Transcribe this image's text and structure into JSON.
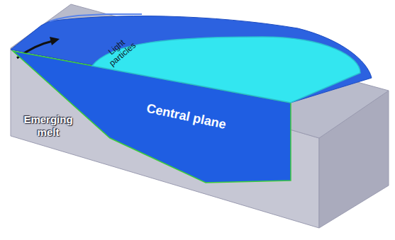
{
  "diagram": {
    "nodes": [
      {
        "text": [
          "Central plane"
        ]
      },
      {
        "text": [
          "Light particles"
        ]
      }
    ],
    "labels": [
      "Emerging melt"
    ]
  }
}
